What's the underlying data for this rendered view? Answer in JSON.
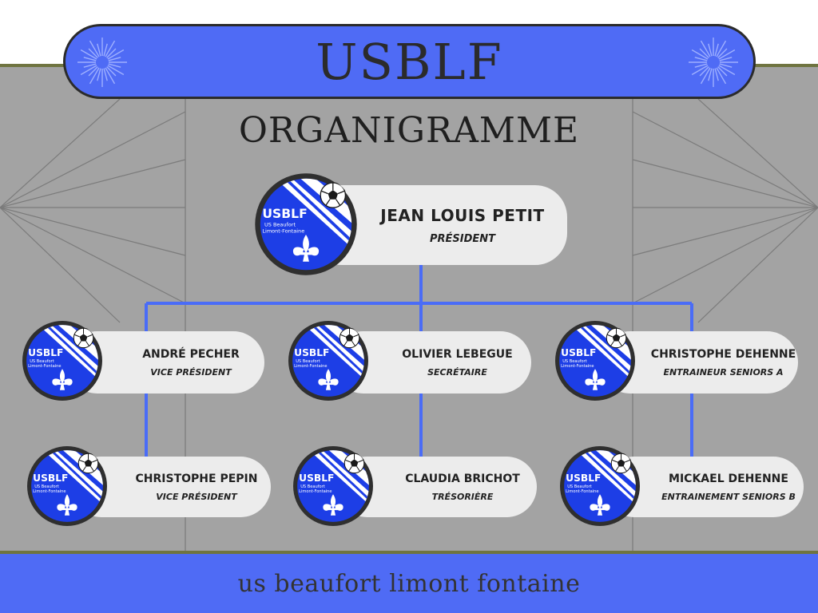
{
  "header": {
    "title": "USBLF",
    "subtitle": "ORGANIGRAMME"
  },
  "footer": {
    "text": "us beaufort limont fontaine"
  },
  "colors": {
    "accent_blue": "#4f6bf5",
    "connector_blue": "#4a6cf7",
    "gray_background": "#a3a3a3",
    "olive_line": "#6f7440",
    "pill_background": "#ececec"
  },
  "logo_badge": {
    "text": "USBLF",
    "line1": "US Beaufort",
    "line2": "Limont-Fontaine",
    "icon": "fleur-de-lis-and-soccer-ball"
  },
  "org": {
    "president": {
      "name": "JEAN LOUIS PETIT",
      "role": "PRÉSIDENT"
    },
    "members": [
      {
        "name": "ANDRÉ PECHER",
        "role": "VICE PRÉSIDENT"
      },
      {
        "name": "OLIVIER LEBEGUE",
        "role": "SECRÉTAIRE"
      },
      {
        "name": "CHRISTOPHE DEHENNE",
        "role": "ENTRAINEUR SENIORS A"
      },
      {
        "name": "CHRISTOPHE PEPIN",
        "role": "VICE PRÉSIDENT"
      },
      {
        "name": "CLAUDIA BRICHOT",
        "role": "TRÉSORIÈRE"
      },
      {
        "name": "MICKAEL DEHENNE",
        "role": "ENTRAINEMENT SENIORS B"
      }
    ]
  }
}
